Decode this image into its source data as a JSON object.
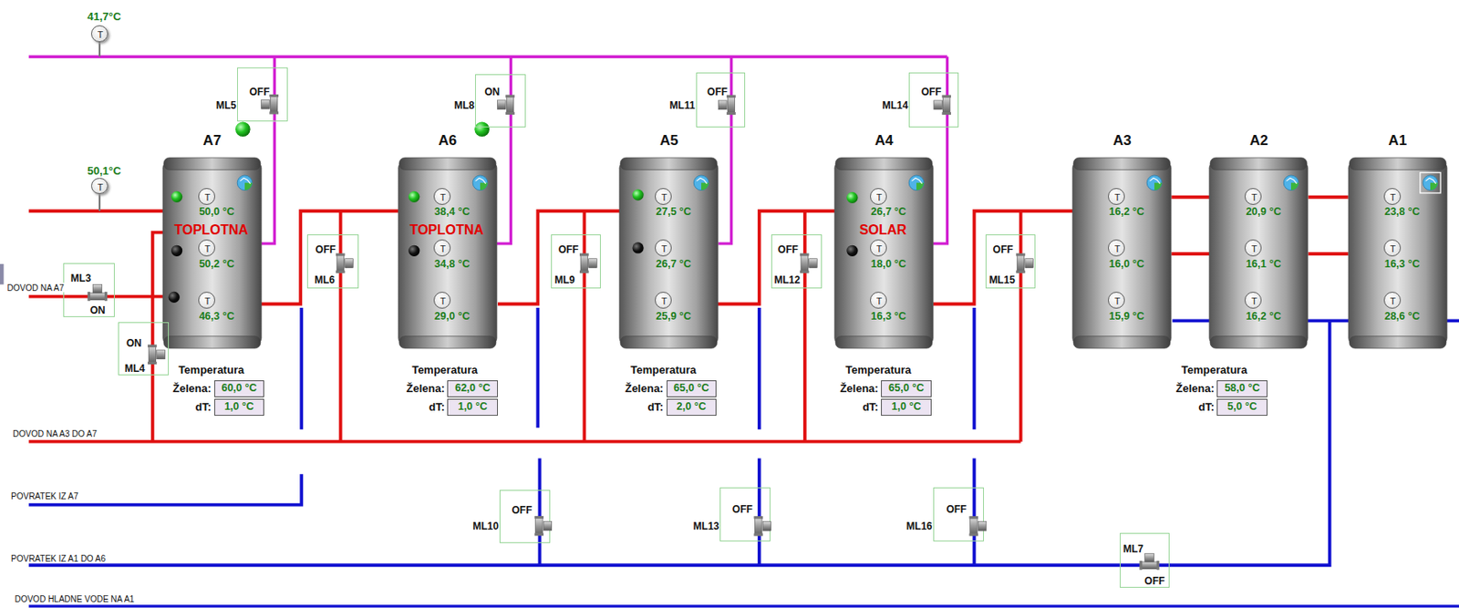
{
  "diagram": {
    "nodes": [
      {
        "text": [
          "41,7°C",
          "T"
        ]
      },
      {
        "text": [
          "OFF",
          "ML5"
        ]
      },
      {
        "text": [
          "ON",
          "ML8"
        ]
      },
      {
        "text": [
          "OFF",
          "ML11"
        ]
      },
      {
        "text": [
          "OFF",
          "ML14"
        ]
      },
      {
        "text": [
          "50,1°C",
          "T"
        ]
      },
      {
        "text": [
          "A7",
          "TOPLOTNA"
        ]
      },
      {
        "text": [
          "T",
          "50,0 °C"
        ],
        "in": 6
      },
      {
        "text": [
          "T",
          "50,2 °C"
        ],
        "in": 6
      },
      {
        "text": [
          "T",
          "46,3 °C"
        ],
        "in": 6
      },
      {
        "text": [
          "A6",
          "TOPLOTNA"
        ]
      },
      {
        "text": [
          "T",
          "38,4 °C"
        ],
        "in": 10
      },
      {
        "text": [
          "T",
          "34,8 °C"
        ],
        "in": 10
      },
      {
        "text": [
          "T",
          "29,0 °C"
        ],
        "in": 10
      },
      {
        "text": [
          "A5"
        ]
      },
      {
        "text": [
          "T",
          "27,5 °C"
        ],
        "in": 14
      },
      {
        "text": [
          "T",
          "26,7 °C"
        ],
        "in": 14
      },
      {
        "text": [
          "T",
          "25,9 °C"
        ],
        "in": 14
      },
      {
        "text": [
          "A4",
          "SOLAR"
        ]
      },
      {
        "text": [
          "T",
          "26,7 °C"
        ],
        "in": 18
      },
      {
        "text": [
          "T",
          "18,0 °C"
        ],
        "in": 18
      },
      {
        "text": [
          "T",
          "16,3 °C"
        ],
        "in": 18
      },
      {
        "text": [
          "A3"
        ]
      },
      {
        "text": [
          "T",
          "16,2 °C"
        ],
        "in": 22
      },
      {
        "text": [
          "T",
          "16,0 °C"
        ],
        "in": 22
      },
      {
        "text": [
          "T",
          "15,9 °C"
        ],
        "in": 22
      },
      {
        "text": [
          "A2"
        ]
      },
      {
        "text": [
          "T",
          "20,9 °C"
        ],
        "in": 26
      },
      {
        "text": [
          "T",
          "16,1 °C"
        ],
        "in": 26
      },
      {
        "text": [
          "T",
          "16,2 °C"
        ],
        "in": 26
      },
      {
        "text": [
          "A1"
        ]
      },
      {
        "text": [
          "T",
          "23,8 °C"
        ],
        "in": 30
      },
      {
        "text": [
          "T",
          "16,3 °C"
        ],
        "in": 30
      },
      {
        "text": [
          "T",
          "28,6 °C"
        ],
        "in": 30
      },
      {
        "text": [
          "ML3",
          "ON"
        ]
      },
      {
        "text": [
          "OFF",
          "ML6"
        ]
      },
      {
        "text": [
          "OFF",
          "ML9"
        ]
      },
      {
        "text": [
          "OFF",
          "ML12"
        ]
      },
      {
        "text": [
          "OFF",
          "ML15"
        ]
      },
      {
        "text": [
          "ON",
          "ML4"
        ]
      },
      {
        "text": [
          "Temperatura",
          "Želena:",
          "dT:"
        ]
      },
      {
        "text": [
          "60,0 °C"
        ],
        "in": 40
      },
      {
        "text": [
          "1,0 °C"
        ],
        "in": 40
      },
      {
        "text": [
          "Temperatura",
          "Želena:",
          "dT:"
        ]
      },
      {
        "text": [
          "62,0 °C"
        ],
        "in": 43
      },
      {
        "text": [
          "1,0 °C"
        ],
        "in": 43
      },
      {
        "text": [
          "Temperatura",
          "Želena:",
          "dT:"
        ]
      },
      {
        "text": [
          "65,0 °C"
        ],
        "in": 46
      },
      {
        "text": [
          "2,0 °C"
        ],
        "in": 46
      },
      {
        "text": [
          "Temperatura",
          "Želena:",
          "dT:"
        ]
      },
      {
        "text": [
          "65,0 °C"
        ],
        "in": 49
      },
      {
        "text": [
          "1,0 °C"
        ],
        "in": 49
      },
      {
        "text": [
          "Temperatura",
          "Želena:",
          "dT:"
        ]
      },
      {
        "text": [
          "58,0 °C"
        ],
        "in": 52
      },
      {
        "text": [
          "5,0 °C"
        ],
        "in": 52
      },
      {
        "text": [
          "OFF",
          "ML10"
        ]
      },
      {
        "text": [
          "OFF",
          "ML13"
        ]
      },
      {
        "text": [
          "OFF",
          "ML16"
        ]
      },
      {
        "text": [
          "ML7",
          "OFF"
        ]
      }
    ],
    "edges": [
      {
        "from": 1,
        "to": 6,
        "arrow": "none"
      },
      {
        "from": 2,
        "to": 10,
        "arrow": "none"
      },
      {
        "from": 3,
        "to": 14,
        "arrow": "none"
      },
      {
        "from": 4,
        "to": 18,
        "arrow": "none"
      },
      {
        "from": 22,
        "to": 26,
        "arrow": "none"
      },
      {
        "from": 22,
        "to": 26,
        "arrow": "none"
      },
      {
        "from": 26,
        "to": 30,
        "arrow": "none"
      },
      {
        "from": 26,
        "to": 30,
        "arrow": "none"
      }
    ],
    "labels": [
      "DOVOD NA A7",
      "DOVOD NA A3 DO A7",
      "POVRATEK IZ A7",
      "POVRATEK IZ A1 DO A6",
      "DOVOD HLADNE VODE NA A1"
    ]
  }
}
